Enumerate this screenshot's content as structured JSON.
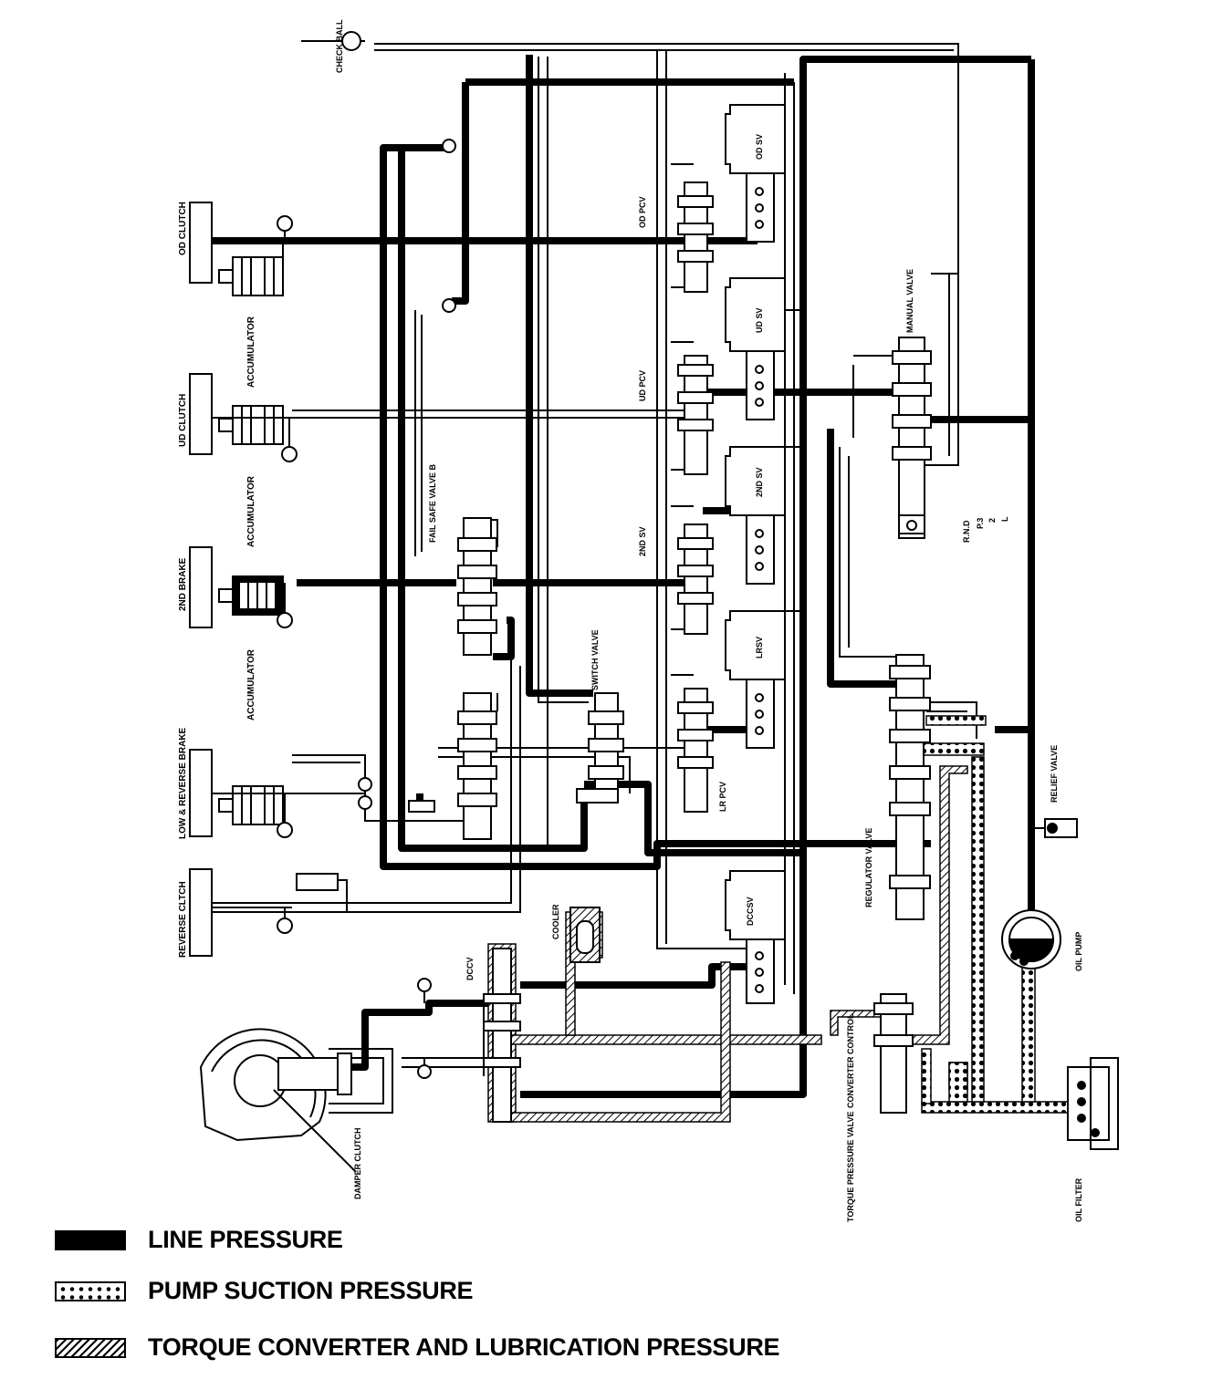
{
  "labels": {
    "check_ball": "CHECK BALL",
    "od_clutch": "OD CLUTCH",
    "accumulator_1": "ACCUMULATOR",
    "ud_clutch": "UD CLUTCH",
    "accumulator_2": "ACCUMULATOR",
    "second_brake": "2ND BRAKE",
    "accumulator_3": "ACCUMULATOR",
    "low_reverse_brake": "LOW & REVERSE BRAKE",
    "reverse_clutch": "REVERSE CLTCH",
    "fail_safe_valve_b": "FAIL SAFE VALVE B",
    "od_pcv": "OD PCV",
    "ud_pcv": "UD PCV",
    "second_sv_label": "2ND SV",
    "lr_pcv": "LR PCV",
    "switch_valve": "SWITCH VALVE",
    "od_sv": "OD SV",
    "ud_sv": "UD SV",
    "second_sv": "2ND SV",
    "lrsv": "LRSV",
    "dccsv": "DCCSV",
    "manual_valve": "MANUAL VALVE",
    "rnd": "R.N.D",
    "p3": "P.3",
    "two": "2",
    "l": "L",
    "relief_valve": "RELIEF VALVE",
    "regulator_valve": "REGULATOR VALVE",
    "oil_pump": "OIL PUMP",
    "converter_control": "CONVERTER CONTROL",
    "torque_pressure_valve": "TORQUE PRESSURE VALVE",
    "oil_filter": "OIL FILTER",
    "cooler": "COOLER",
    "dccv": "DCCV",
    "damper_clutch": "DAMPER CLUTCH"
  },
  "legend": [
    {
      "pattern": "line",
      "label": "LINE PRESSURE"
    },
    {
      "pattern": "suction",
      "label": "PUMP SUCTION PRESSURE"
    },
    {
      "pattern": "torque",
      "label": "TORQUE CONVERTER AND LUBRICATION PRESSURE"
    }
  ]
}
